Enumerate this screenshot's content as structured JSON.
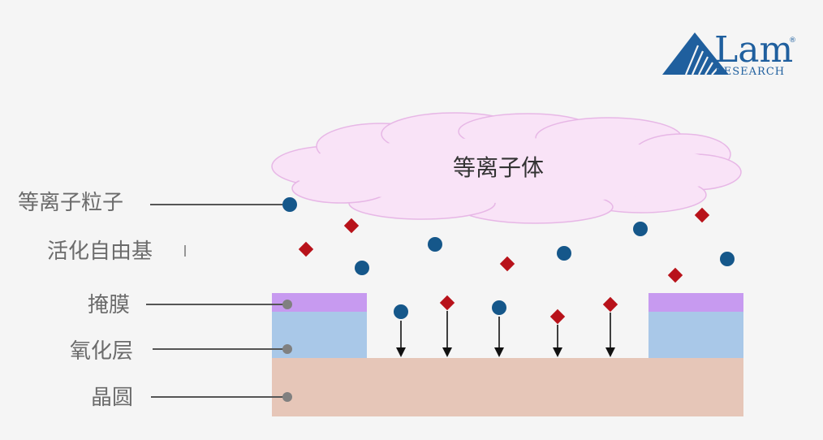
{
  "diagram": {
    "cloud_label": "等离子体",
    "labels": {
      "plasma_particle": "等离子粒子",
      "radical": "活化自由基",
      "mask": "掩膜",
      "oxide": "氧化层",
      "wafer": "晶圆"
    },
    "legend_symbols": {
      "particle_shape": "circle",
      "radical_shape": "diamond"
    }
  },
  "logo": {
    "name": "Lam",
    "sub": "RESEARCH",
    "registered": "®"
  },
  "colors": {
    "background": "#f5f5f5",
    "cloud_fill": "#f9e3f7",
    "cloud_stroke": "#e7b7e6",
    "particle": "#15578a",
    "radical": "#b8121a",
    "mask": "#c79af0",
    "oxide": "#a9c8e8",
    "wafer": "#e6c6b8",
    "logo": "#1f5f9e",
    "label_text": "#6b6b6b",
    "pointer_line": "#555555",
    "pointer_dot": "#808080"
  }
}
